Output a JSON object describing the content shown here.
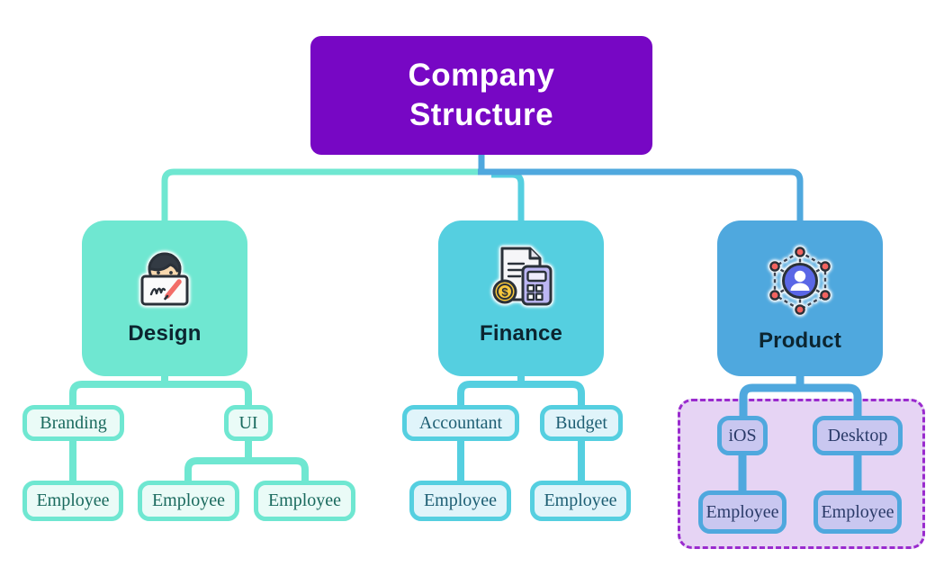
{
  "title": {
    "line1": "Company",
    "line2": "Structure",
    "full": "Company Structure"
  },
  "palette": {
    "root_bg": "#7707C4",
    "root_text": "#FFFFFF",
    "design_accent": "#6FE7D1",
    "design_node_bg": "#EAFBF7",
    "design_text": "#1A6A5E",
    "finance_accent": "#55CFE0",
    "finance_node_bg": "#E0F4FA",
    "finance_text": "#1D5E73",
    "product_accent": "#4FA8DE",
    "product_node_bg": "#C9C7F0",
    "product_text": "#2A3A68",
    "product_group_border": "#9A2BCE",
    "product_group_bg": "#E6D4F4",
    "branch_label_text": "#0C2530"
  },
  "branches": [
    {
      "label": "Design",
      "icon": "designer-at-work-icon",
      "children": [
        {
          "label": "Branding",
          "children": [
            {
              "label": "Employee"
            }
          ]
        },
        {
          "label": "UI",
          "children": [
            {
              "label": "Employee"
            },
            {
              "label": "Employee"
            }
          ]
        }
      ]
    },
    {
      "label": "Finance",
      "icon": "invoice-calculator-icon",
      "children": [
        {
          "label": "Accountant",
          "children": [
            {
              "label": "Employee"
            }
          ]
        },
        {
          "label": "Budget",
          "children": [
            {
              "label": "Employee"
            }
          ]
        }
      ]
    },
    {
      "label": "Product",
      "icon": "team-network-icon",
      "grouped": true,
      "children": [
        {
          "label": "iOS",
          "children": [
            {
              "label": "Employee"
            }
          ]
        },
        {
          "label": "Desktop",
          "children": [
            {
              "label": "Employee"
            }
          ]
        }
      ]
    }
  ]
}
